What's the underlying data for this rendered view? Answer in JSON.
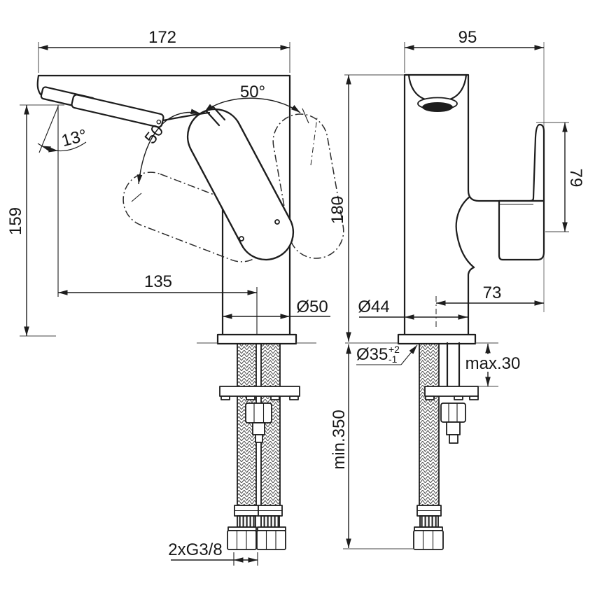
{
  "drawing": {
    "type": "faucet installation technical drawing",
    "left_view": {
      "overall_width": "172",
      "spout_height": "159",
      "spout_reach": "135",
      "base_diameter": "Ø50",
      "spout_angle": "13°",
      "handle_swing_left": "50°",
      "handle_swing_right": "50°"
    },
    "right_view": {
      "overall_width": "95",
      "body_height": "180",
      "handle_height": "79",
      "handle_offset": "73",
      "base_diameter": "Ø44",
      "hole_diameter": "Ø35",
      "hole_tolerance_plus": "+2",
      "hole_tolerance_minus": "-1",
      "max_deck_thickness": "max.30",
      "min_hose_clearance": "min.350"
    },
    "connection": {
      "hose_thread": "2xG3/8"
    }
  }
}
